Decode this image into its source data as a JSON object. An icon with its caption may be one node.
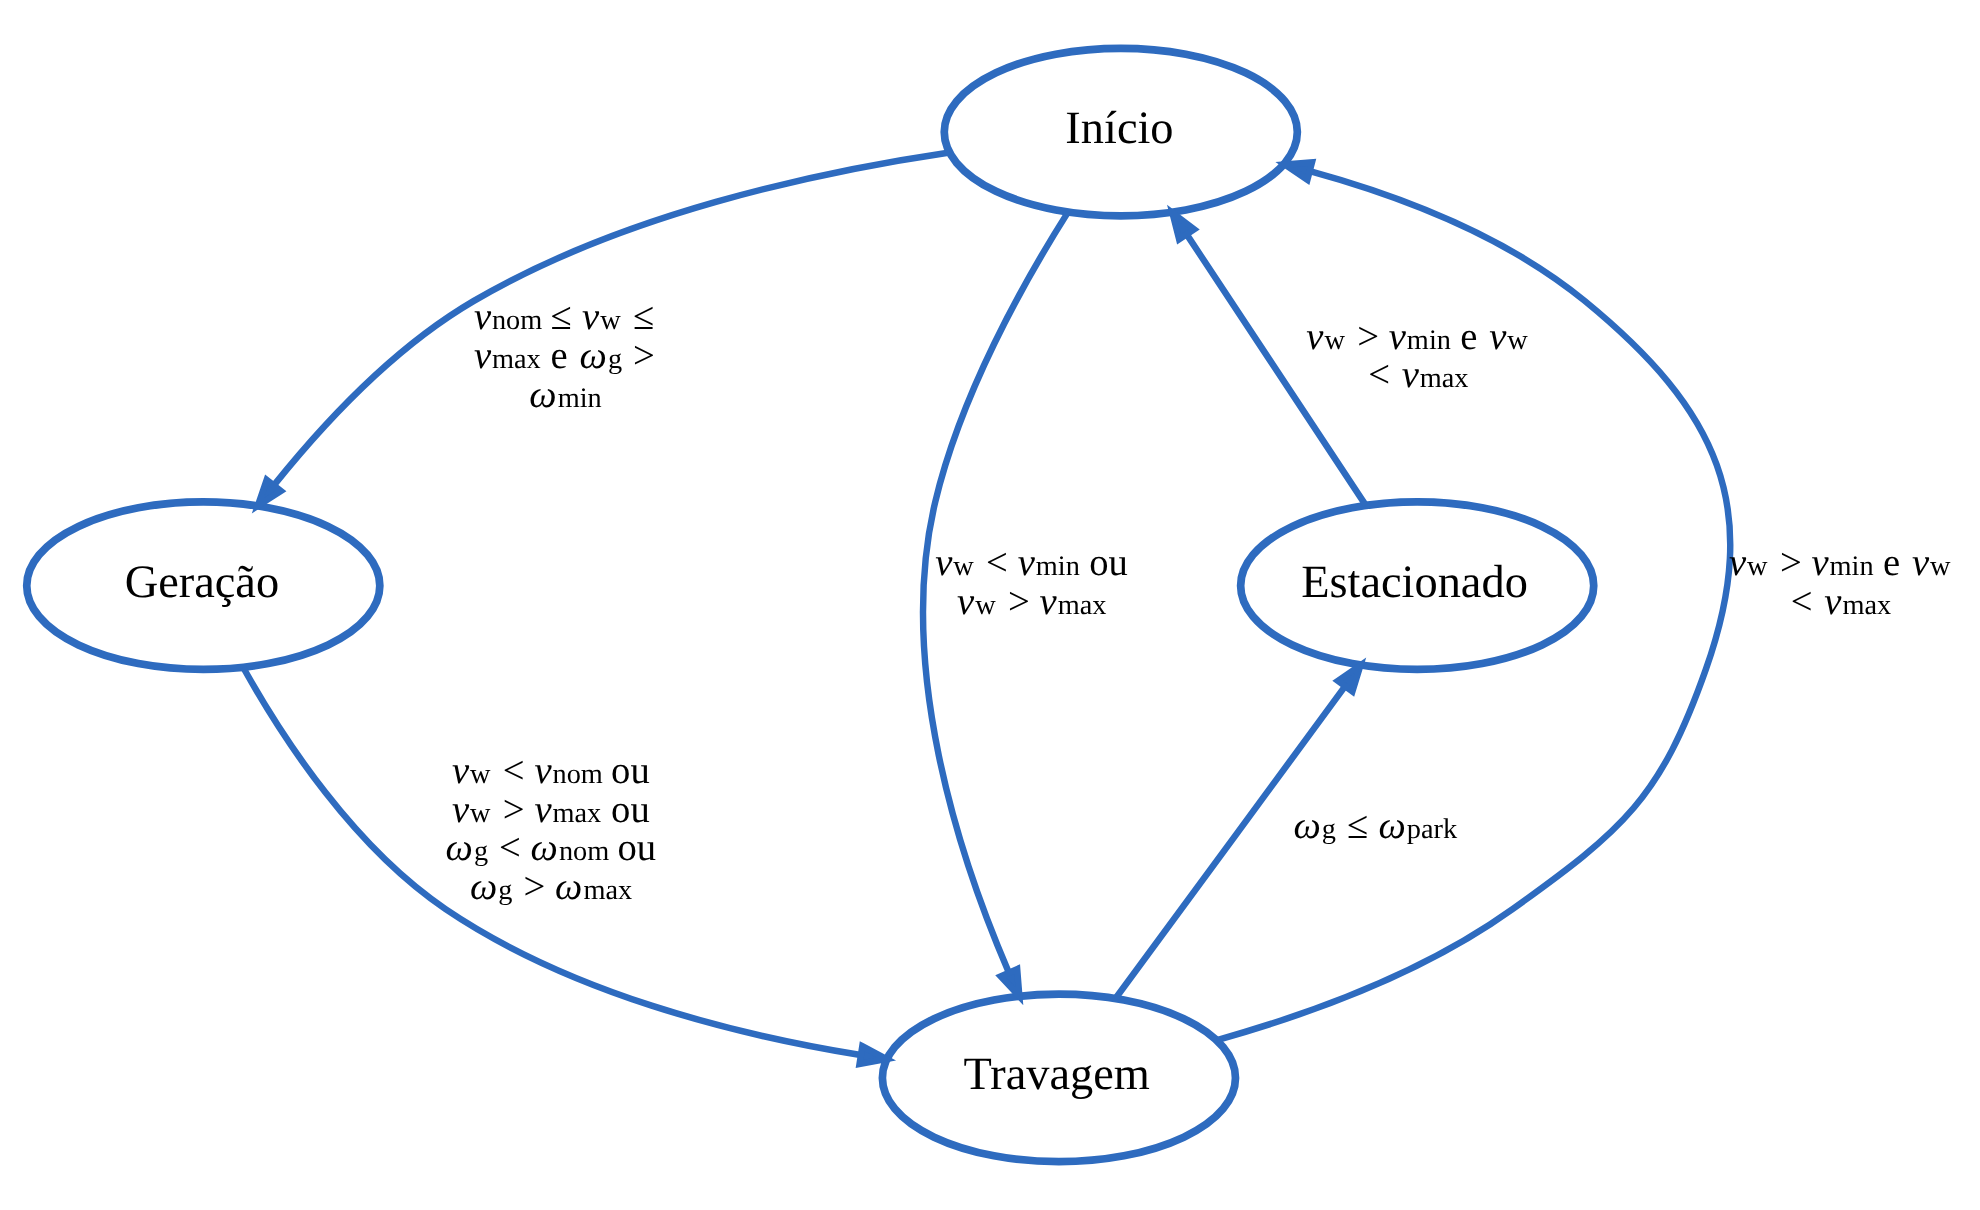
{
  "diagram": {
    "nodes": [
      {
        "text": [
          "Início"
        ]
      },
      {
        "text": [
          "Estacionado"
        ]
      },
      {
        "text": [
          "Geração"
        ]
      },
      {
        "text": [
          "Travagem"
        ]
      }
    ],
    "edges": [
      {
        "from": 1,
        "to": 0,
        "arrow": "to",
        "label": "*v*$_{w}$ > *v*$_{min}$ e *v*$_{w}$ < *v*$_{max}$"
      },
      {
        "from": 0,
        "to": 2,
        "arrow": "to",
        "label": "*v*$_{nom}$ ≤ *v*$_{w}$ ≤ *v*$_{max}$ e *ω*$_{g}$ > *ω*$_{min}$"
      },
      {
        "from": 0,
        "to": 3,
        "arrow": "to",
        "label": "*v*$_{w}$ < *v*$_{min}$ ou *v*$_{w}$ > *v*$_{max}$"
      },
      {
        "from": 3,
        "to": 0,
        "arrow": "to",
        "label": "*v*$_{w}$ > *v*$_{min}$ e *v*$_{w}$ < *v*$_{max}$"
      },
      {
        "from": 2,
        "to": 3,
        "arrow": "to",
        "label": "*v*$_{w}$ < *v*$_{nom}$ ou *v*$_{w}$ > *v*$_{max}$ ou *ω*$_{g}$ < *ω*$_{nom}$ ou *ω*$_{g}$ > *ω*$_{max}$"
      },
      {
        "from": 3,
        "to": 1,
        "arrow": "to",
        "label": "*ω*$_{g}$ ≤ *ω*$_{park}$"
      }
    ]
  }
}
